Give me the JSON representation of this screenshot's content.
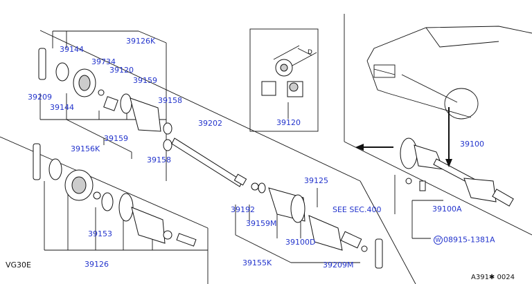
{
  "parts": {
    "p39144_top": "39144",
    "p39126K": "39126K",
    "p39734": "39734",
    "p39120_left": "39120",
    "p39159_top": "39159",
    "p39209": "39209",
    "p39144_bot": "39144",
    "p39158_top": "39158",
    "p39202": "39202",
    "p39159_mid": "39159",
    "p39156K": "39156K",
    "p39158_bot": "39158",
    "p39120_inset": "39120",
    "p39100": "39100",
    "p39125": "39125",
    "see_sec": "SEE SEC.400",
    "p39192": "39192",
    "p39159M": "39159M",
    "p39100D": "39100D",
    "p39100A": "39100A",
    "washer_code": "08915-1381A",
    "washer_symbol": "W",
    "p39153": "39153",
    "p39126": "39126",
    "p39155K": "39155K",
    "p39209M": "39209M"
  },
  "inset_dim": "D",
  "engine_tag": "VG30E",
  "diagram_id": "A391✱ 0024"
}
